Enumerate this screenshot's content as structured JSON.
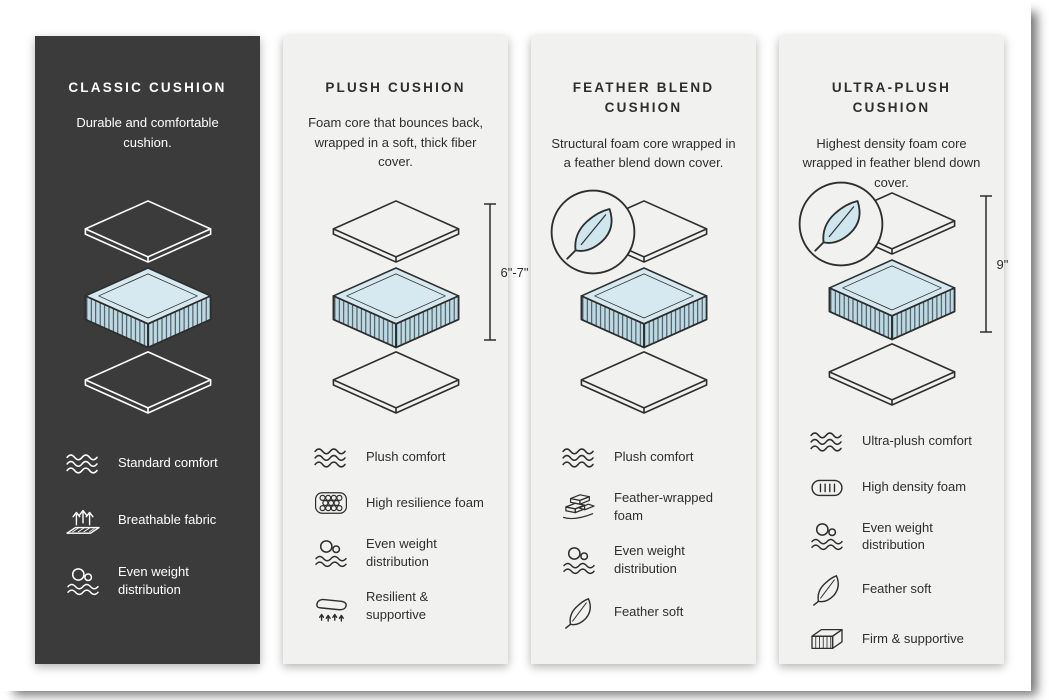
{
  "colors": {
    "dark_card": "#3b3b3b",
    "light_card": "#f1f1ef",
    "cushion_blue_top": "#d7e9f0",
    "cushion_blue_side": "#bcdae6",
    "ink": "#2e2e2e"
  },
  "cards": [
    {
      "title": "CLASSIC CUSHION",
      "description": "Durable and comfortable cushion.",
      "height_label": "",
      "features": [
        {
          "icon": "waves-icon",
          "label": "Standard comfort"
        },
        {
          "icon": "breathable-icon",
          "label": "Breathable fabric"
        },
        {
          "icon": "even-weight-icon",
          "label": "Even weight distribution"
        }
      ]
    },
    {
      "title": "PLUSH CUSHION",
      "description": "Foam core that bounces back, wrapped in a soft, thick fiber cover.",
      "height_label": "6\"-7\"",
      "features": [
        {
          "icon": "waves-icon",
          "label": "Plush comfort"
        },
        {
          "icon": "foam-circles-icon",
          "label": "High resilience foam"
        },
        {
          "icon": "even-weight-icon",
          "label": "Even weight distribution"
        },
        {
          "icon": "resilient-icon",
          "label": "Resilient & supportive"
        }
      ]
    },
    {
      "title": "FEATHER BLEND CUSHION",
      "description": "Structural foam core wrapped in a feather blend down cover.",
      "height_label": "",
      "features": [
        {
          "icon": "waves-icon",
          "label": "Plush comfort"
        },
        {
          "icon": "feather-wrapped-icon",
          "label": "Feather-wrapped foam"
        },
        {
          "icon": "even-weight-icon",
          "label": "Even weight distribution"
        },
        {
          "icon": "feather-icon",
          "label": "Feather soft"
        }
      ]
    },
    {
      "title": "ULTRA-PLUSH CUSHION",
      "description": "Highest density foam core wrapped in feather blend down cover.",
      "height_label": "9\"",
      "features": [
        {
          "icon": "waves-icon",
          "label": "Ultra-plush comfort"
        },
        {
          "icon": "high-density-icon",
          "label": "High density foam"
        },
        {
          "icon": "even-weight-icon",
          "label": "Even weight distribution"
        },
        {
          "icon": "feather-icon",
          "label": "Feather soft"
        },
        {
          "icon": "firm-supportive-icon",
          "label": "Firm & supportive"
        }
      ]
    }
  ]
}
